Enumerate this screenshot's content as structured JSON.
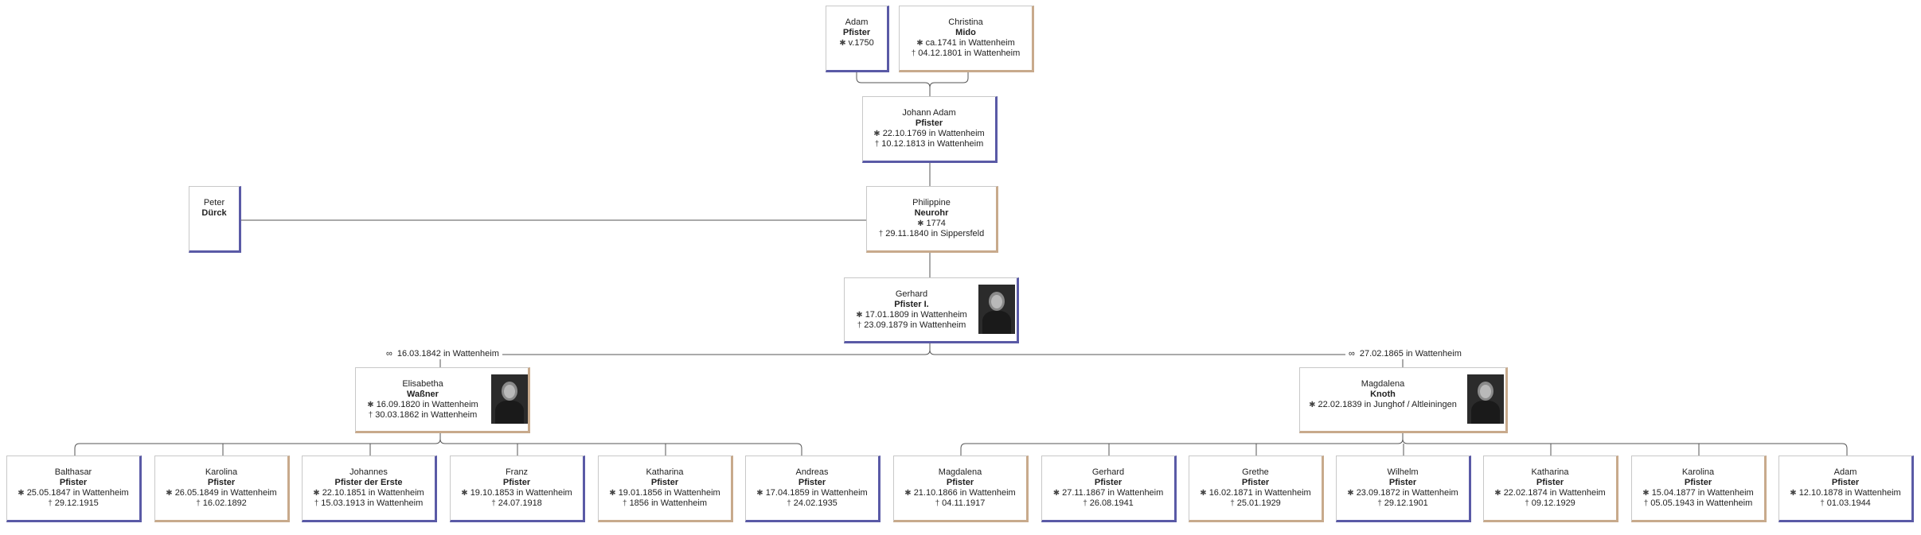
{
  "symbols": {
    "birth": "✱",
    "death": "†",
    "marriage": "∞"
  },
  "people": {
    "adam_sr": {
      "first": "Adam",
      "last": "Pfister",
      "birth": "v.1750"
    },
    "christina": {
      "first": "Christina",
      "last": "Mido",
      "birth": "ca.1741 in Wattenheim",
      "death": "04.12.1801 in Wattenheim"
    },
    "johann_adam": {
      "first": "Johann Adam",
      "last": "Pfister",
      "birth": "22.10.1769 in Wattenheim",
      "death": "10.12.1813 in Wattenheim"
    },
    "peter": {
      "first": "Peter",
      "last": "Dürck"
    },
    "philippine": {
      "first": "Philippine",
      "last": "Neurohr",
      "birth": "1774",
      "death": "29.11.1840 in Sippersfeld"
    },
    "gerhard_i": {
      "first": "Gerhard",
      "last": "Pfister I.",
      "birth": "17.01.1809 in Wattenheim",
      "death": "23.09.1879 in Wattenheim"
    },
    "elisabetha": {
      "first": "Elisabetha",
      "last": "Waßner",
      "birth": "16.09.1820 in Wattenheim",
      "death": "30.03.1862 in Wattenheim"
    },
    "magdalena_k": {
      "first": "Magdalena",
      "last": "Knoth",
      "birth": "22.02.1839 in Junghof / Altleiningen"
    },
    "balthasar": {
      "first": "Balthasar",
      "last": "Pfister",
      "birth": "25.05.1847 in Wattenheim",
      "death": "29.12.1915"
    },
    "karolina1": {
      "first": "Karolina",
      "last": "Pfister",
      "birth": "26.05.1849 in Wattenheim",
      "death": "16.02.1892"
    },
    "johannes": {
      "first": "Johannes",
      "last": "Pfister der Erste",
      "birth": "22.10.1851 in Wattenheim",
      "death": "15.03.1913 in Wattenheim"
    },
    "franz": {
      "first": "Franz",
      "last": "Pfister",
      "birth": "19.10.1853 in Wattenheim",
      "death": "24.07.1918"
    },
    "katharina1": {
      "first": "Katharina",
      "last": "Pfister",
      "birth": "19.01.1856 in Wattenheim",
      "death": "1856 in Wattenheim"
    },
    "andreas": {
      "first": "Andreas",
      "last": "Pfister",
      "birth": "17.04.1859 in Wattenheim",
      "death": "24.02.1935"
    },
    "magdalena_p": {
      "first": "Magdalena",
      "last": "Pfister",
      "birth": "21.10.1866 in Wattenheim",
      "death": "04.11.1917"
    },
    "gerhard2": {
      "first": "Gerhard",
      "last": "Pfister",
      "birth": "27.11.1867 in Wattenheim",
      "death": "26.08.1941"
    },
    "grethe": {
      "first": "Grethe",
      "last": "Pfister",
      "birth": "16.02.1871 in Wattenheim",
      "death": "25.01.1929"
    },
    "wilhelm": {
      "first": "Wilhelm",
      "last": "Pfister",
      "birth": "23.09.1872 in Wattenheim",
      "death": "29.12.1901"
    },
    "katharina2": {
      "first": "Katharina",
      "last": "Pfister",
      "birth": "22.02.1874 in Wattenheim",
      "death": "09.12.1929"
    },
    "karolina2": {
      "first": "Karolina",
      "last": "Pfister",
      "birth": "15.04.1877 in Wattenheim",
      "death": "05.05.1943 in Wattenheim"
    },
    "adam_jr": {
      "first": "Adam",
      "last": "Pfister",
      "birth": "12.10.1878 in Wattenheim",
      "death": "01.03.1944"
    }
  },
  "marriages": {
    "m1": {
      "date": "16.03.1842 in Wattenheim"
    },
    "m2": {
      "date": "27.02.1865 in Wattenheim"
    }
  },
  "colors": {
    "male_border": "#5a5aa6",
    "female_border": "#c8aa8c",
    "line": "#555555"
  }
}
